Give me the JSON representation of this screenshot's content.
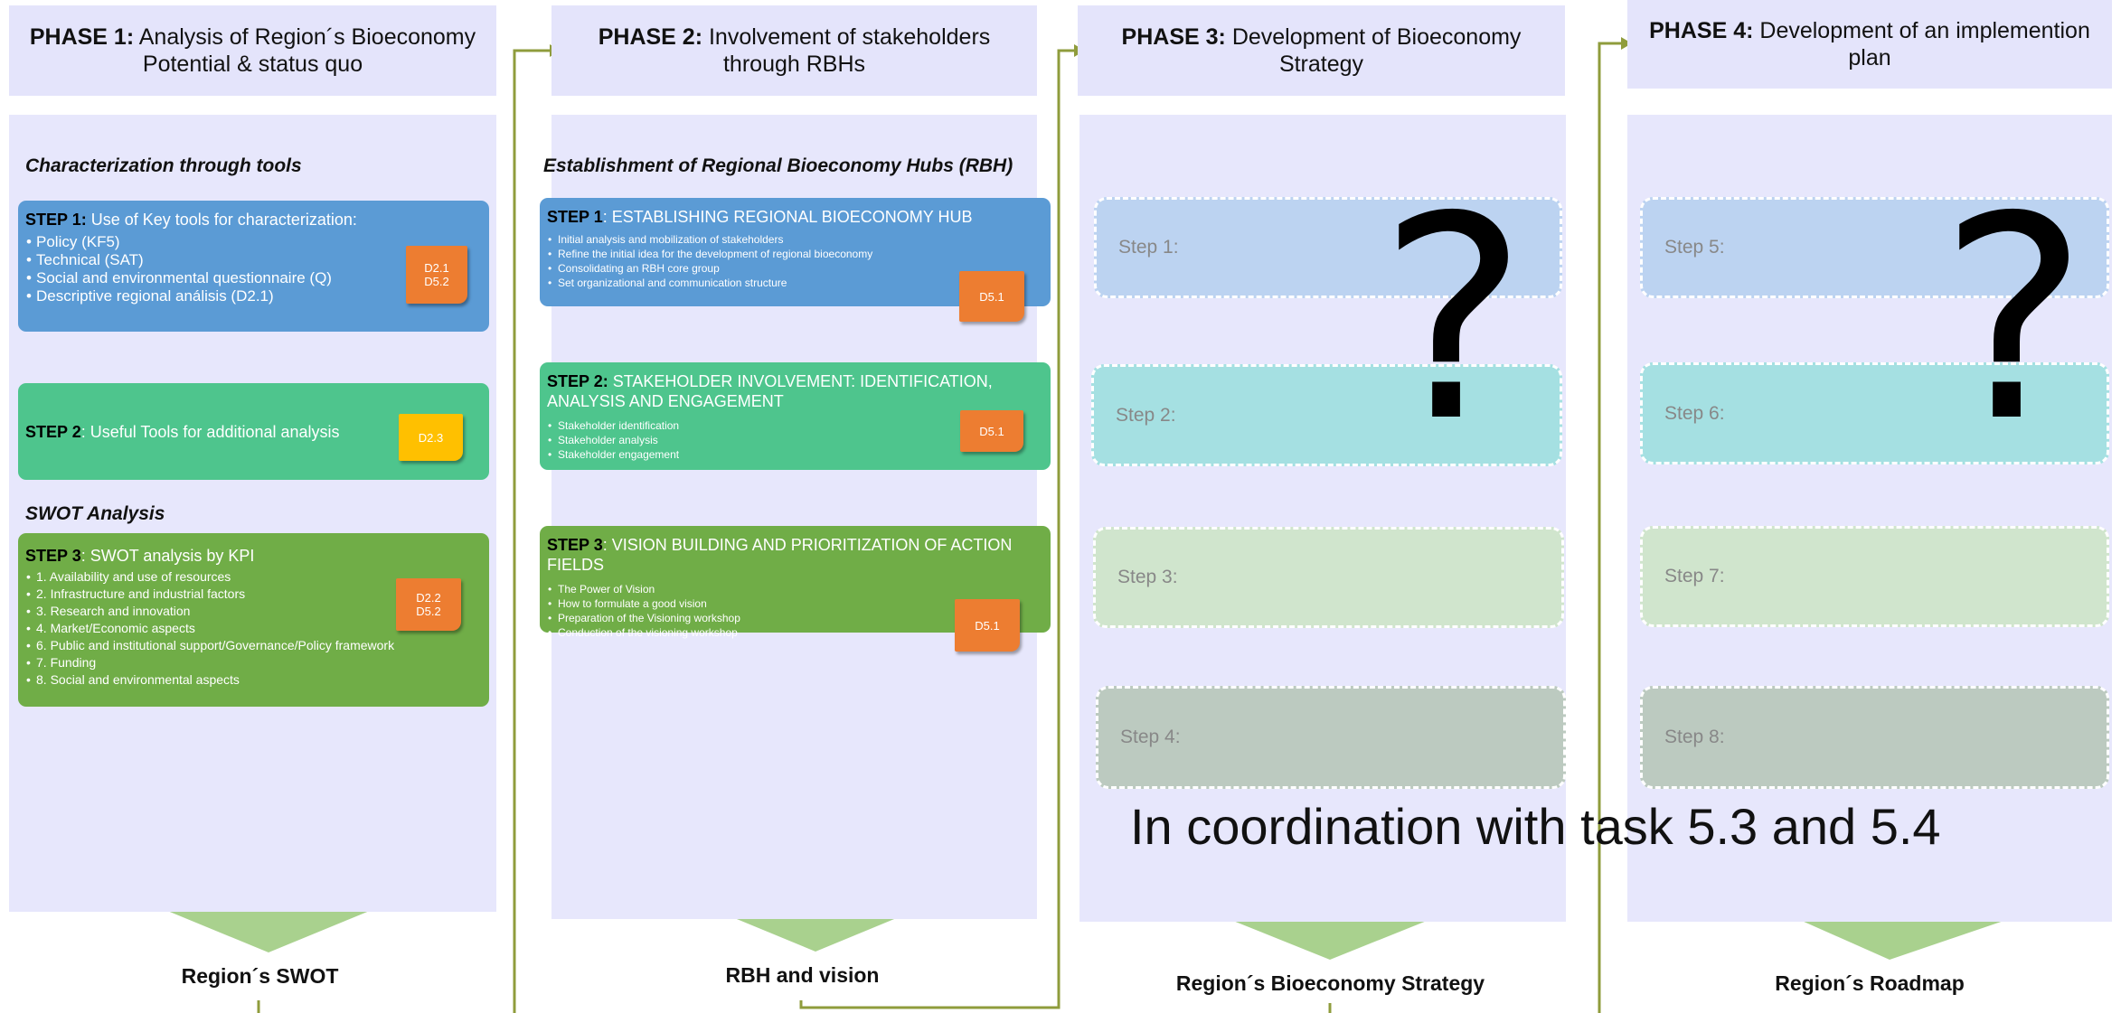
{
  "phases": [
    {
      "num": "PHASE 1:",
      "title": "Analysis of Region´s Bioeconomy Potential & status quo",
      "output": "Region´s SWOT"
    },
    {
      "num": "PHASE 2:",
      "title": "Involvement of stakeholders through RBHs",
      "output": "RBH and vision"
    },
    {
      "num": "PHASE 3:",
      "title": "Development of Bioeconomy Strategy",
      "output": "Region´s Bioeconomy Strategy"
    },
    {
      "num": "PHASE 4:",
      "title": "Development of an implemention plan",
      "output": "Region´s Roadmap"
    }
  ],
  "phase1": {
    "section1": "Characterization through tools",
    "step1": {
      "num": "STEP 1:",
      "title": "Use of Key tools for characterization:",
      "items": [
        "Policy (KF5)",
        "Technical (SAT)",
        "Social and environmental questionnaire (Q)",
        "Descriptive regional análisis (D2.1)"
      ],
      "tag1": "D2.1",
      "tag2": "D5.2"
    },
    "step2": {
      "num": "STEP 2",
      "title": ":  Useful Tools for additional analysis",
      "tag": "D2.3"
    },
    "section2": "SWOT Analysis",
    "step3": {
      "num": "STEP 3",
      "title": ": SWOT analysis by KPI",
      "items": [
        "1. Availability and use of resources",
        "2. Infrastructure and industrial factors",
        "3. Research and innovation",
        "4. Market/Economic aspects",
        "6. Public and institutional support/Governance/Policy framework",
        "7. Funding",
        "8. Social and environmental aspects"
      ],
      "tag1": "D2.2",
      "tag2": "D5.2"
    }
  },
  "phase2": {
    "section": "Establishment of Regional Bioeconomy Hubs (RBH)",
    "step1": {
      "num": "STEP 1",
      "title": ": ESTABLISHING REGIONAL BIOECONOMY HUB",
      "items": [
        "Initial analysis and mobilization of stakeholders",
        "Refine the initial idea for the development of regional bioeconomy",
        "Consolidating an RBH core group",
        "Set organizational and communication structure"
      ],
      "tag": "D5.1"
    },
    "step2": {
      "num": "STEP 2:",
      "title": " STAKEHOLDER INVOLVEMENT: IDENTIFICATION, ANALYSIS AND ENGAGEMENT",
      "items": [
        "Stakeholder identification",
        "Stakeholder analysis",
        "Stakeholder engagement"
      ],
      "tag": "D5.1"
    },
    "step3": {
      "num": "STEP 3",
      "title": ": VISION BUILDING AND PRIORITIZATION OF ACTION FIELDS",
      "items": [
        "The Power of Vision",
        "How to formulate a good vision",
        "Preparation of the Visioning workshop",
        "Conduction of the visioning workshop"
      ],
      "tag": "D5.1"
    }
  },
  "phase3": {
    "steps": [
      "Step 1:",
      "Step 2:",
      "Step 3:",
      "Step 4:"
    ],
    "mark": "?"
  },
  "phase4": {
    "steps": [
      "Step 5:",
      "Step 6:",
      "Step 7:",
      "Step 8:"
    ],
    "mark": "?"
  },
  "note": "In coordination with task 5.3 and 5.4",
  "colors": {
    "header": "#e4e4fb",
    "column": "#e7e7fc",
    "blue": "#5b9bd5",
    "teal": "#4ec58d",
    "green": "#70ad47",
    "tag": "#ed7d31",
    "tag_yellow": "#ffc000",
    "connector": "#8a9a3a",
    "big_arrow": "#a9d18e"
  }
}
